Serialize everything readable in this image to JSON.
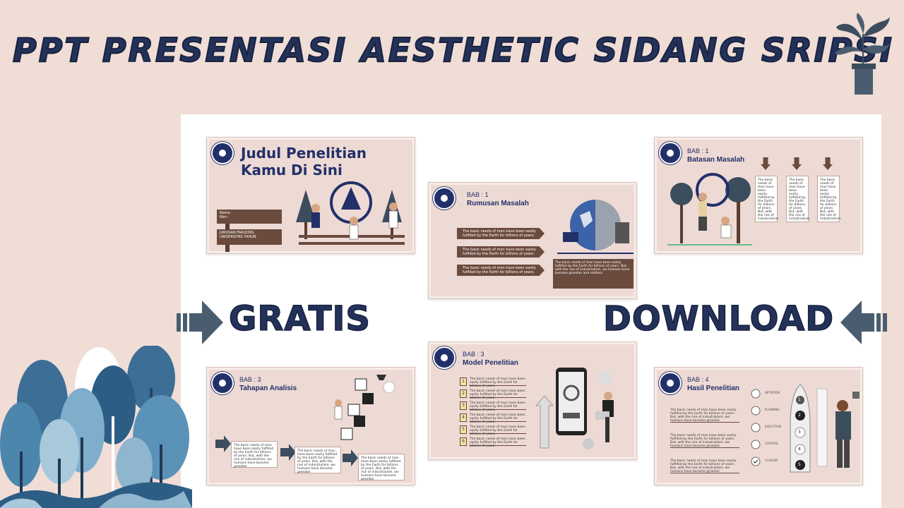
{
  "header": {
    "title": "PPT PRESENTASI AESTHETIC SIDANG SRIPSI"
  },
  "callouts": {
    "left": "GRATIS",
    "right": "DOWNLOAD"
  },
  "slides": {
    "cover": {
      "title": "Judul Penelitian Kamu Di Sini",
      "name_label": "Name :",
      "nim_label": "Nim :",
      "dept": "JURUSAN FAKULTAS, UNIVERSITAS TAHUN"
    },
    "rumusan": {
      "bab": "BAB : 1",
      "title": "Rumusan Masalah",
      "items": [
        "The basic needs of man have been easily fulfilled by the Earth for billions of years.",
        "The basic needs of man have been easily fulfilled by the Earth for billions of years.",
        "The basic needs of man have been easily fulfilled by the Earth for billions of years."
      ],
      "box_text": "The basic needs of man have been easily fulfilled by the Earth for billions of years. But, with the rise of industrialism, we humans have become greedier and restless."
    },
    "batasan": {
      "bab": "BAB : 1",
      "title": "Batasan Masalah",
      "cols": [
        "The basic needs of man have been easily fulfilled by the Earth for billions of years. But, with the rise of industrialism.",
        "The basic needs of man have been easily fulfilled by the Earth for billions of years. But, with the rise of industrialism.",
        "The basic needs of man have been easily fulfilled by the Earth for billions of years. But, with the rise of industrialism."
      ]
    },
    "tahapan": {
      "bab": "BAB : 3",
      "title": "Tahapan Analisis",
      "steps": [
        "The basic needs of man have been easily fulfilled by the Earth for billions of years. But, with the rise of industrialism, we humans have become greedier",
        "The basic needs of man have been easily fulfilled by the Earth for billions of years. But, with the rise of industrialism, we humans have become greedier",
        "The basic needs of man have been easily fulfilled by the Earth for billions of years. But, with the rise of industrialism, we humans have become greedier"
      ]
    },
    "model": {
      "bab": "BAB : 3",
      "title": "Model Penelitian",
      "rows": [
        {
          "n": "1",
          "text": "The basic needs of man have been easily fulfilled by the Earth for billions of years."
        },
        {
          "n": "2",
          "text": "The basic needs of man have been easily fulfilled by the Earth for billions of years."
        },
        {
          "n": "3",
          "text": "The basic needs of man have been easily fulfilled by the Earth for billions of years."
        },
        {
          "n": "4",
          "text": "The basic needs of man have been easily fulfilled by the Earth for billions of years."
        },
        {
          "n": "5",
          "text": "The basic needs of man have been easily fulfilled by the Earth for billions of years."
        },
        {
          "n": "6",
          "text": "The basic needs of man have been easily fulfilled by the Earth for billions of years."
        }
      ]
    },
    "hasil": {
      "bab": "BAB : 4",
      "title": "Hasil Penelitian",
      "paras": [
        "The basic needs of man have been easily fulfilled by the Earth for billions of years. But, with the rise of industrialism, we humans have become greedier",
        "The basic needs of man have been easily fulfilled by the Earth for billions of years. But, with the rise of industrialism, we humans have become greedier",
        "The basic needs of man have been easily fulfilled by the Earth for billions of years. But, with the rise of industrialism, we humans have become greedier"
      ],
      "stages": [
        "INITIATION",
        "PLANNING",
        "EXECUTION",
        "CONTROL",
        "CLOSURE"
      ],
      "rocket_numbers": [
        "1",
        "2",
        "3",
        "4",
        "5"
      ]
    }
  },
  "colors": {
    "bg": "#f0ddd6",
    "navy": "#22306a",
    "brown": "#6b4b3e",
    "slate": "#4a5d70"
  }
}
